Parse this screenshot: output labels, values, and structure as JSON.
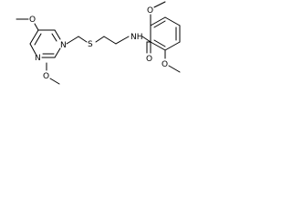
{
  "structure": {
    "atoms": {
      "n_ring_top": "N",
      "n_ring_bottom": "N",
      "s_thioether": "S",
      "nh_amide": "NH",
      "o_carbonyl": "O",
      "o_methoxy_left_top": "O",
      "o_methoxy_left_bottom": "O",
      "o_methoxy_right_top": "O",
      "o_methoxy_right_bottom": "O"
    },
    "colors": {
      "ink": "#000000",
      "background": "#ffffff"
    }
  }
}
